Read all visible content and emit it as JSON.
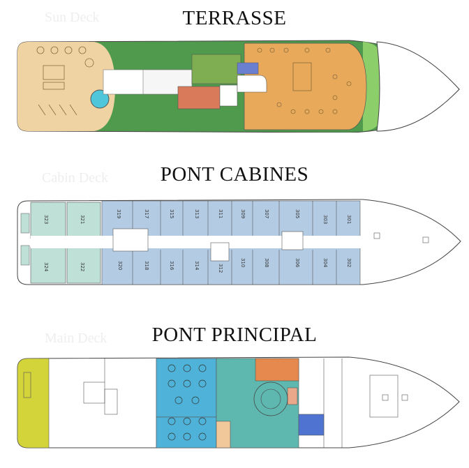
{
  "decks": [
    {
      "id": "terrasse",
      "title": "TERRASSE",
      "ghost_label": "Sun Deck"
    },
    {
      "id": "cabines",
      "title": "PONT CABINES",
      "ghost_label": "Cabin Deck",
      "cabins_top": [
        "323",
        "321",
        "319",
        "317",
        "315",
        "313",
        "311",
        "309",
        "307",
        "305",
        "303",
        "301"
      ],
      "cabins_bottom": [
        "324",
        "322",
        "320",
        "318",
        "316",
        "314",
        "312",
        "310",
        "308",
        "306",
        "304",
        "302"
      ]
    },
    {
      "id": "principal",
      "title": "PONT PRINCIPAL",
      "ghost_label": "Main Deck"
    }
  ],
  "colors": {
    "sun_deck_green": "#4f9a4c",
    "sun_deck_sand": "#f0d3a3",
    "sun_deck_orange": "#e8a95a",
    "bow_light_green": "#8ccf6a",
    "terracotta": "#d97a5a",
    "cabin_blue": "#b3cce4",
    "cabin_teal": "#bfe0d6",
    "restaurant_cyan": "#4fb3d9",
    "lounge_teal": "#5fb8b0",
    "bar_orange": "#e6894e",
    "stern_yellow": "#d3d33a",
    "hull_outline": "#444444"
  }
}
